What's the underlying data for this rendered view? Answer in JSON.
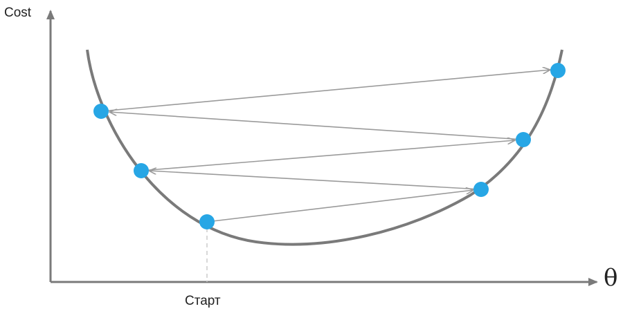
{
  "diagram": {
    "y_axis_label": "Cost",
    "x_axis_label": "θ",
    "start_label": "Старт",
    "colors": {
      "axis": "#7a7a7a",
      "curve": "#7a7a7a",
      "arrow": "#9a9a9a",
      "point": "#27a6e5",
      "guide": "#cccccc"
    }
  }
}
